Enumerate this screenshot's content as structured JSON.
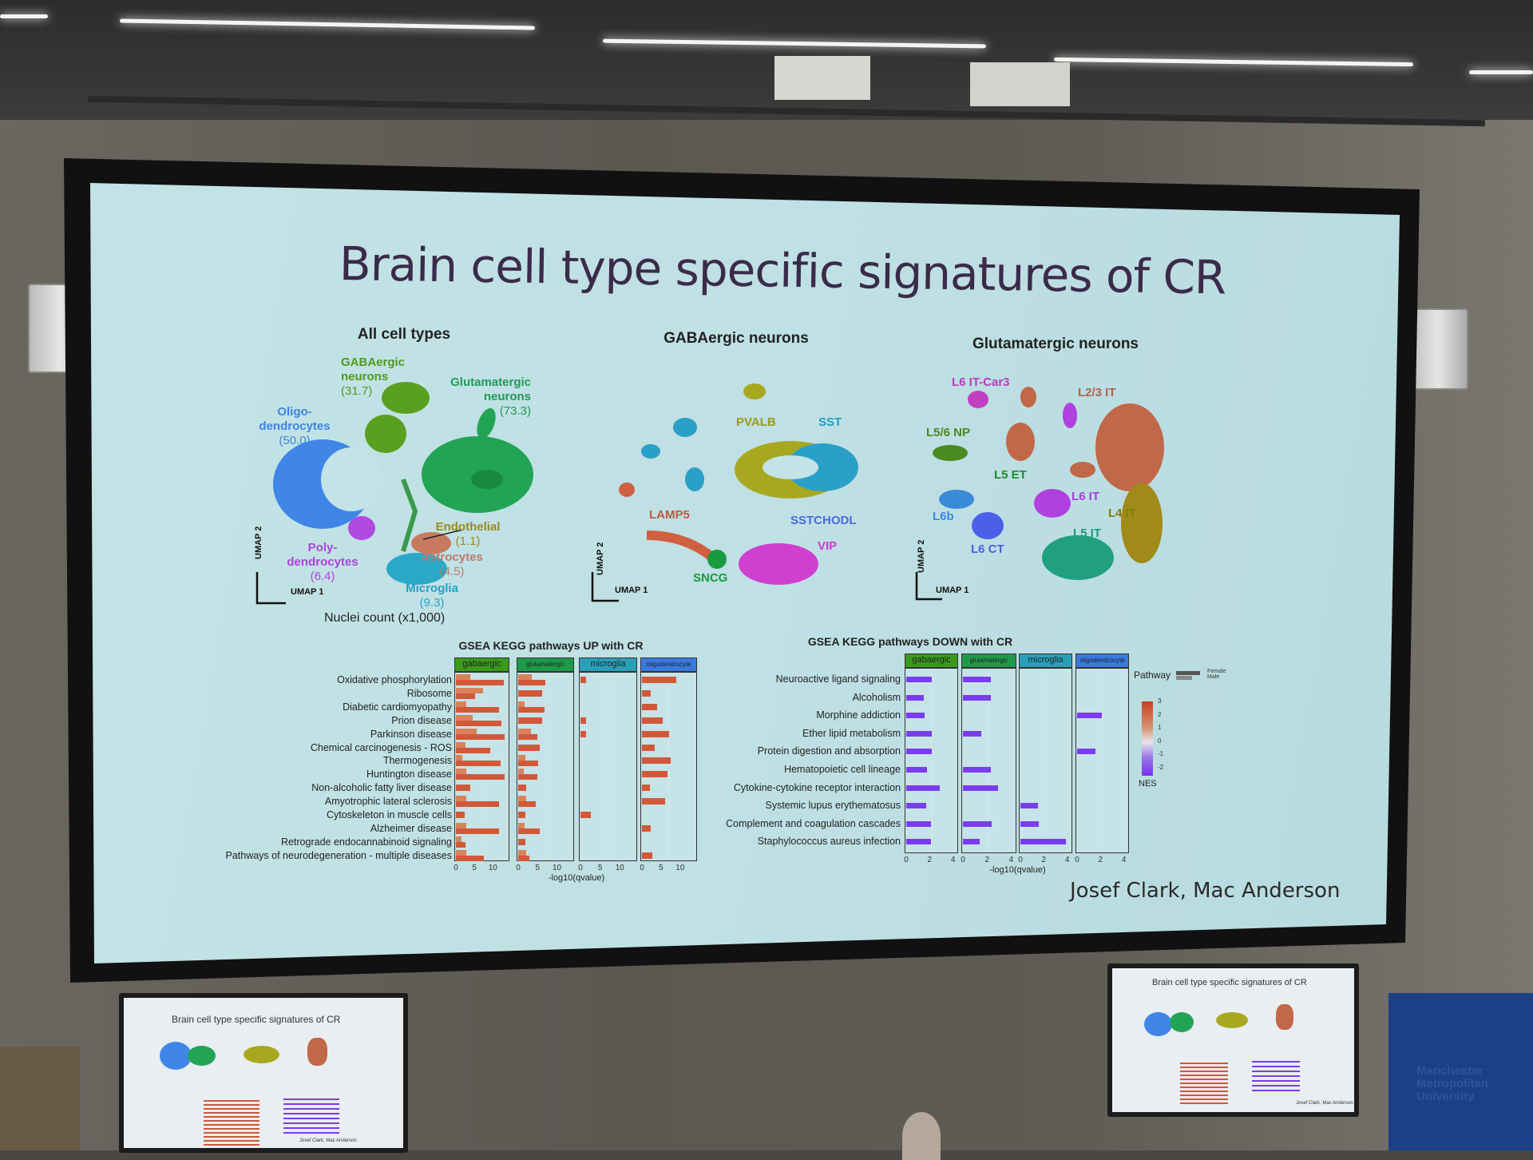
{
  "slide": {
    "title": "Brain cell type specific signatures of CR",
    "author": "Josef Clark, Mac Anderson",
    "umap_axis_x": "UMAP 1",
    "umap_axis_y": "UMAP 2",
    "panels": {
      "all": {
        "title": "All cell types",
        "footer": "Nuclei count (x1,000)",
        "labels": [
          {
            "name": "GABAergic",
            "line2": "neurons",
            "count": "(31.7)",
            "color": "#4e9a1c"
          },
          {
            "name": "Glutamatergic",
            "line2": "neurons",
            "count": "(73.3)",
            "color": "#1f9a55"
          },
          {
            "name": "Oligo-",
            "line2": "dendrocytes",
            "count": "(50.0)",
            "color": "#3a86e0"
          },
          {
            "name": "Poly-",
            "line2": "dendrocytes",
            "count": "(6.4)",
            "color": "#a845d8"
          },
          {
            "name": "Endothelial",
            "count": "(1.1)",
            "color": "#9a8a20"
          },
          {
            "name": "Astrocytes",
            "count": "(4.5)",
            "color": "#c07a68"
          },
          {
            "name": "Microglia",
            "count": "(9.3)",
            "color": "#24a0c4"
          }
        ]
      },
      "gaba": {
        "title": "GABAergic neurons",
        "labels": [
          {
            "name": "PVALB",
            "color": "#9a9a18"
          },
          {
            "name": "SST",
            "color": "#249cc4"
          },
          {
            "name": "LAMP5",
            "color": "#c05a40"
          },
          {
            "name": "SSTCHODL",
            "color": "#4a6ae0"
          },
          {
            "name": "VIP",
            "color": "#cc3ccc"
          },
          {
            "name": "SNCG",
            "color": "#189a3c"
          }
        ]
      },
      "glut": {
        "title": "Glutamatergic neurons",
        "labels": [
          {
            "name": "L6 IT-Car3",
            "color": "#b83cc0"
          },
          {
            "name": "L2/3 IT",
            "color": "#b0604a"
          },
          {
            "name": "L5/6 NP",
            "color": "#4a8a1c"
          },
          {
            "name": "L5 ET",
            "color": "#1f8a30"
          },
          {
            "name": "L6 IT",
            "color": "#a83ce0"
          },
          {
            "name": "L4 IT",
            "color": "#8a7a10"
          },
          {
            "name": "L6b",
            "color": "#3a88d8"
          },
          {
            "name": "L5 IT",
            "color": "#1a9a80"
          },
          {
            "name": "L6 CT",
            "color": "#4a5ee0"
          }
        ]
      }
    }
  },
  "chart_data": [
    {
      "type": "bar",
      "title": "GSEA KEGG pathways UP with CR",
      "xlabel": "-log10(qvalue)",
      "xlim": [
        0,
        14
      ],
      "xticks": [
        0,
        5,
        10
      ],
      "facets": [
        {
          "name": "gabaergic",
          "color": "#3a9a1c"
        },
        {
          "name": "glutamatergic",
          "color": "#1f9a4a"
        },
        {
          "name": "microglia",
          "color": "#2aa0b8"
        },
        {
          "name": "oligodendrocyte",
          "color": "#3a7ae0"
        }
      ],
      "categories": [
        "Oxidative phosphorylation",
        "Ribosome",
        "Diabetic cardiomyopathy",
        "Prion disease",
        "Parkinson disease",
        "Chemical carcinogenesis - ROS",
        "Thermogenesis",
        "Huntington disease",
        "Non-alcoholic fatty liver disease",
        "Amyotrophic lateral sclerosis",
        "Cytoskeleton in muscle cells",
        "Alzheimer disease",
        "Retrograde endocannabinoid signaling",
        "Pathways of neurodegeneration - multiple diseases"
      ],
      "values": {
        "gabaergic": [
          [
            3.9,
            13
          ],
          [
            7.3,
            5.2
          ],
          [
            2.9,
            11.7
          ],
          [
            4.6,
            12.2
          ],
          [
            5.6,
            13.2
          ],
          [
            2.6,
            9.3
          ],
          [
            1.8,
            12
          ],
          [
            2.9,
            13.2
          ],
          [
            3.9
          ],
          [
            2.8,
            11.7
          ],
          [
            2.4
          ],
          [
            2.9,
            11.7
          ],
          [
            1.4,
            2.5
          ],
          [
            2.9,
            7.5
          ]
        ],
        "glutamatergic": [
          [
            3.4,
            6.9
          ],
          [
            6.2
          ],
          [
            1.7,
            6.8
          ],
          [
            6.2
          ],
          [
            3.3,
            5
          ],
          [
            5.5
          ],
          [
            1.9,
            5.1
          ],
          [
            1.5,
            4.9
          ],
          [
            2.1
          ],
          [
            2,
            4.5
          ],
          [
            1.9
          ],
          [
            1.7,
            5.6
          ],
          [
            1.8
          ],
          [
            2,
            2.9
          ]
        ],
        "microglia": [
          [
            1.5
          ],
          [],
          [],
          [
            1.5
          ],
          [
            1.5
          ],
          [],
          [],
          [],
          [],
          [],
          [
            2.7
          ],
          [],
          [],
          []
        ],
        "oligodendrocyte": [
          [
            9
          ],
          [
            2.2
          ],
          [
            4
          ],
          [
            5.4
          ],
          [
            7.2
          ],
          [
            3.4
          ],
          [
            7.5
          ],
          [
            6.7
          ],
          [
            2
          ],
          [
            6
          ],
          [],
          [
            2.4
          ],
          [],
          [
            2.8
          ]
        ]
      },
      "bar_color": "#d2583a"
    },
    {
      "type": "bar",
      "title": "GSEA KEGG pathways DOWN with CR",
      "xlabel": "-log10(qvalue)",
      "xlim": [
        0,
        4.3
      ],
      "xticks": [
        0,
        2,
        4
      ],
      "facets": [
        {
          "name": "gabaergic",
          "color": "#3a9a1c"
        },
        {
          "name": "glutamatergic",
          "color": "#1f9a4a"
        },
        {
          "name": "microglia",
          "color": "#2aa0b8"
        },
        {
          "name": "oligodendrocyte",
          "color": "#3a7ae0"
        }
      ],
      "categories": [
        "Neuroactive ligand signaling",
        "Alcoholism",
        "Morphine addiction",
        "Ether lipid metabolism",
        "Protein digestion and absorption",
        "Hematopoietic cell lineage",
        "Cytokine-cytokine receptor interaction",
        "Systemic lupus erythematosus",
        "Complement and coagulation cascades",
        "Staphylococcus aureus infection"
      ],
      "values": {
        "gabaergic": [
          2.2,
          1.5,
          1.6,
          2.2,
          2.2,
          1.8,
          2.9,
          1.7,
          2.1,
          2.1
        ],
        "glutamatergic": [
          2.3,
          2.3,
          null,
          1.5,
          null,
          2.3,
          2.9,
          null,
          2.4,
          1.4
        ],
        "microglia": [
          null,
          null,
          null,
          null,
          null,
          null,
          null,
          1.5,
          1.6,
          3.9
        ],
        "oligodendrocyte": [
          null,
          null,
          2.1,
          null,
          1.6,
          null,
          null,
          null,
          null,
          null
        ]
      },
      "bar_color": "#7a3cf0",
      "legend": {
        "pathway_label": "Pathway",
        "pathway_items": [
          "Female",
          "Male"
        ],
        "nes_label": "NES",
        "nes_ticks": [
          3,
          2,
          1,
          0,
          -1,
          -2
        ]
      }
    }
  ],
  "room": {
    "monitor_title": "Brain cell type specific signatures of CR",
    "monitor_author": "Josef Clark, Mac Anderson",
    "sign_text": "Manchester Metropolitan University"
  }
}
